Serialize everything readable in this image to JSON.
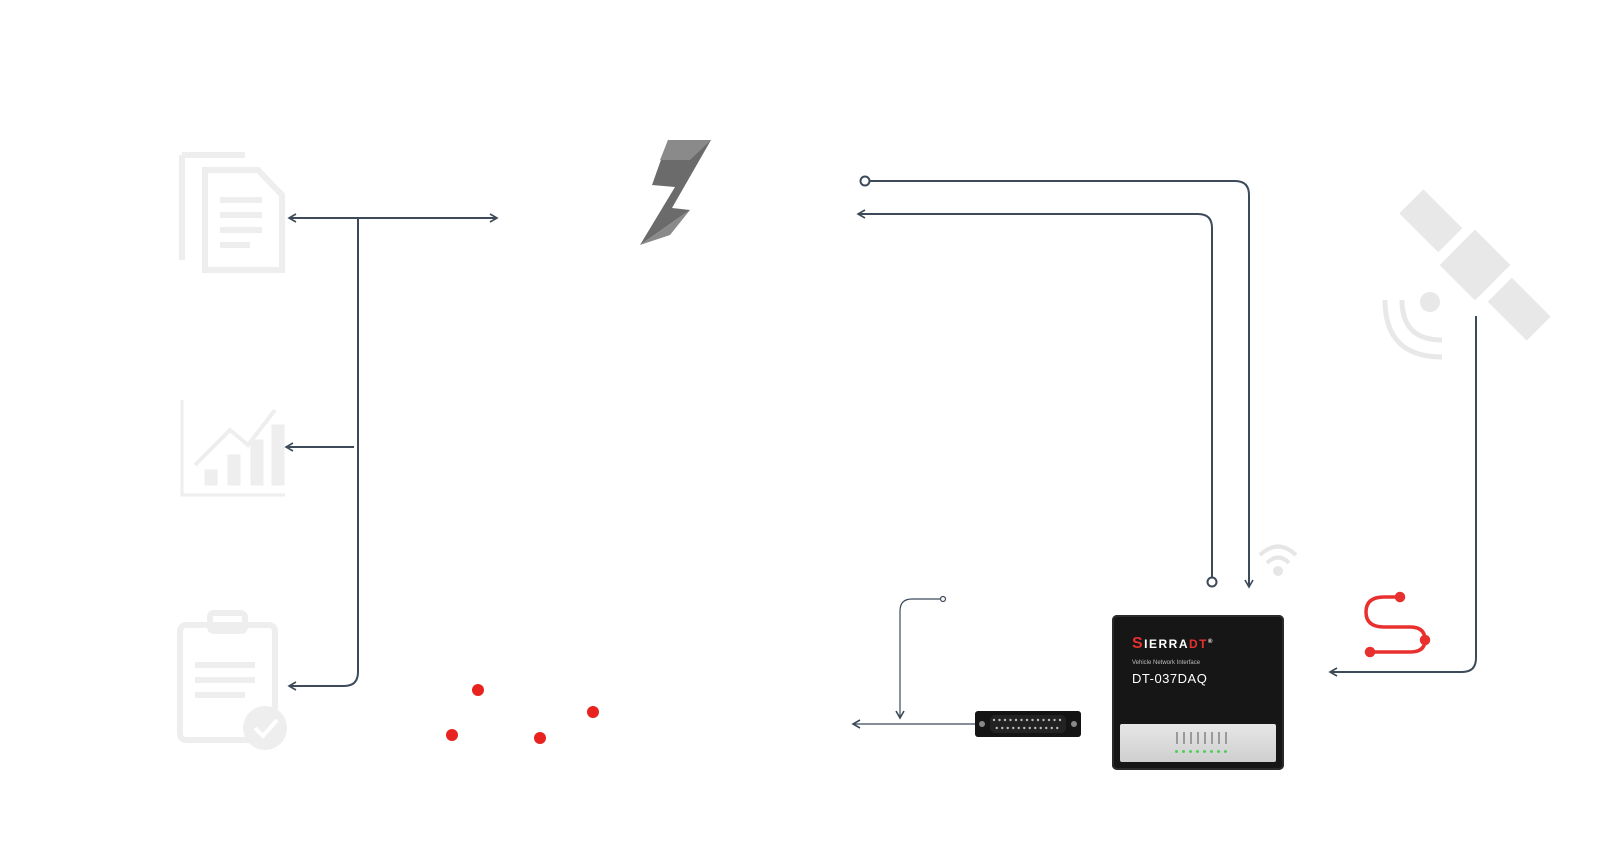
{
  "colors": {
    "line": "#3c4a5a",
    "accent": "#e8312f",
    "ghost": "#eeeeee",
    "logo": "#6b6b6b",
    "device_body": "#161616"
  },
  "icons": {
    "document": "document-icon",
    "analytics": "bar-chart-icon",
    "report": "clipboard-check-icon",
    "logo": "lightning-logo-icon",
    "satellite": "satellite-icon",
    "wifi": "wifi-icon",
    "cable": "can-cable-icon",
    "connector": "db25-connector-icon"
  },
  "device": {
    "brand_s": "S",
    "brand_rest": "IERRA",
    "brand_dt": "DT",
    "brand_reg": "®",
    "subtitle": "Vehicle Network Interface",
    "model": "DT-037DAQ",
    "led_count": 8
  }
}
